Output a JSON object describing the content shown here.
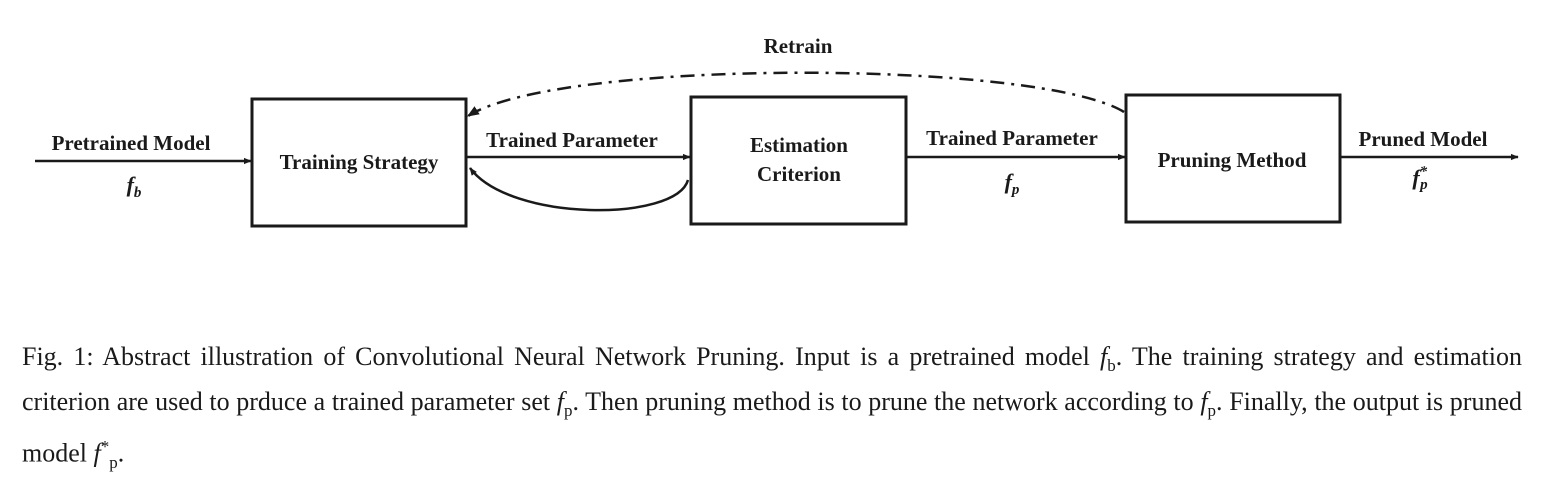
{
  "diagram": {
    "retrain_label": "Retrain",
    "input": {
      "label": "Pretrained Model",
      "symbol": "f",
      "subscript": "b"
    },
    "boxes": {
      "training": "Training Strategy",
      "estimation_line1": "Estimation",
      "estimation_line2": "Criterion",
      "pruning": "Pruning Method"
    },
    "edge1_label": "Trained Parameter",
    "edge2": {
      "label": "Trained Parameter",
      "symbol": "f",
      "subscript": "p"
    },
    "output": {
      "label": "Pruned Model",
      "symbol": "f",
      "subscript": "p",
      "superscript": "*"
    }
  },
  "caption": {
    "p1": "Fig. 1: Abstract illustration of Convolutional Neural Network Pruning. Input is a pretrained model ",
    "m1": "f",
    "m1_sub": "b",
    "p2": ". The training strategy and estimation criterion are used to prduce a trained parameter set ",
    "m2": "f",
    "m2_sub": "p",
    "p3": ". Then pruning method is to prune the network according to ",
    "m3": "f",
    "m3_sub": "p",
    "p4": ". Finally, the output is pruned model ",
    "m4": "f",
    "m4_sub": "p",
    "m4_sup": "*",
    "p5": "."
  }
}
